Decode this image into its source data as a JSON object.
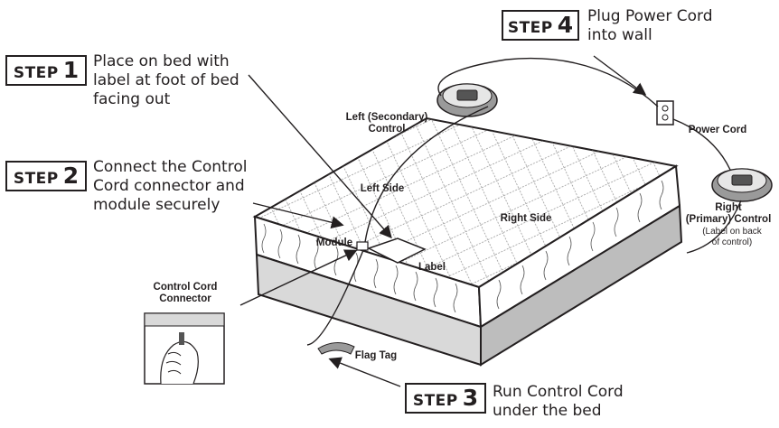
{
  "steps": [
    {
      "word": "STEP",
      "num": "1",
      "text": "Place on bed with\nlabel at foot of bed\nfacing out"
    },
    {
      "word": "STEP",
      "num": "2",
      "text": "Connect the Control\nCord connector and\nmodule securely"
    },
    {
      "word": "STEP",
      "num": "3",
      "text": "Run Control Cord\nunder the bed"
    },
    {
      "word": "STEP",
      "num": "4",
      "text": "Plug Power Cord\ninto wall"
    }
  ],
  "labels": {
    "left_control": "Left (Secondary)\nControl",
    "power_cord": "Power Cord",
    "left_side": "Left Side",
    "right_side": "Right Side",
    "right_control": "Right\n(Primary) Control",
    "right_control_note": "(Label on back\nof control)",
    "module": "Module",
    "label": "Label",
    "control_cord_connector": "Control Cord\nConnector",
    "flag_tag": "Flag Tag"
  }
}
